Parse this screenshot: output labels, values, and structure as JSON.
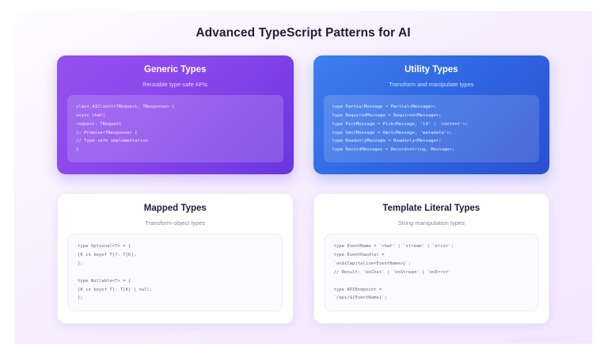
{
  "page": {
    "title": "Advanced TypeScript Patterns for AI",
    "background_accent": "#f2e7fe"
  },
  "cards": [
    {
      "id": "generic-types",
      "title": "Generic Types",
      "subtitle": "Reusable type-safe APIs",
      "style": "purple",
      "accent": "#8b48ec",
      "code": "class AIClient<TRequest, TResponse> {\nasync chat(\nrequest: TRequest\n): Promise<TResponse> {\n// Type-safe implementation\n}"
    },
    {
      "id": "utility-types",
      "title": "Utility Types",
      "subtitle": "Transform and manipulate types",
      "style": "blue",
      "accent": "#3069e4",
      "code": "type PartialMessage = Partial<Message>;\ntype RequiredMessage = Required<Message>;\ntype PickMessage = Pick<Message, 'id' | 'content'>;\ntype OmitMessage = Omit<Message, 'metadata'>;\ntype ReadonlyMessage = Readonly<Message>;\ntype RecordMessages = Record<string, Message>;"
    },
    {
      "id": "mapped-types",
      "title": "Mapped Types",
      "subtitle": "Transform object types",
      "style": "light",
      "accent": "#ffffff",
      "code": "type Optional<T> = {\n[K in keyof T]?: T[K];\n};\n\ntype Nullable<T> = {\n[K in keyof T]: T[K] | null;\n};"
    },
    {
      "id": "template-literal-types",
      "title": "Template Literal Types",
      "subtitle": "String manipulation types",
      "style": "light",
      "accent": "#ffffff",
      "code": "type EventName = 'chat' | 'stream' | 'error';\ntype EventHandler =\n`on${Capitalize<EventName>}`;\n// Result: 'onChat' | 'onStream' | 'onError'\n\ntype APIEndpoint =\n`/api/${EventName}`;"
    }
  ]
}
